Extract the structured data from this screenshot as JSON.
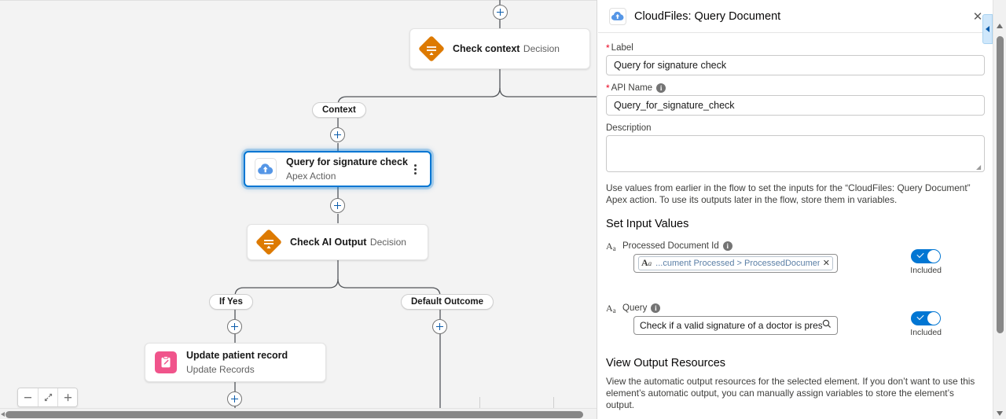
{
  "canvas": {
    "nodes": [
      {
        "id": "check-context",
        "title": "Check context",
        "subtitle": "Decision",
        "icon": "decision-diamond-icon"
      },
      {
        "id": "query-signature",
        "title": "Query for signature check",
        "subtitle": "Apex Action",
        "icon": "cloudfiles-apex-icon",
        "selected": true
      },
      {
        "id": "check-ai-output",
        "title": "Check AI Output",
        "subtitle": "Decision",
        "icon": "decision-diamond-icon"
      },
      {
        "id": "update-patient-record",
        "title": "Update patient record",
        "subtitle": "Update Records",
        "icon": "update-records-icon"
      }
    ],
    "connector_labels": [
      {
        "id": "context",
        "label": "Context"
      },
      {
        "id": "if-yes",
        "label": "If Yes"
      },
      {
        "id": "default-outcome",
        "label": "Default Outcome"
      }
    ],
    "zoom_controls": [
      {
        "id": "zoom-out",
        "glyph": "minus-icon"
      },
      {
        "id": "zoom-to-fit",
        "glyph": "fit-to-view-icon"
      },
      {
        "id": "zoom-in",
        "glyph": "plus-icon"
      }
    ]
  },
  "panel": {
    "title": "CloudFiles: Query Document",
    "header_icon": "cloudfiles-apex-icon",
    "close_label": "✕",
    "fields": {
      "label": {
        "label": "Label",
        "required": true,
        "value": "Query for signature check"
      },
      "api_name": {
        "label": "API Name",
        "required": true,
        "value": "Query_for_signature_check",
        "has_info": true
      },
      "description": {
        "label": "Description",
        "required": false,
        "value": ""
      }
    },
    "help_text": "Use values from earlier in the flow to set the inputs for the “CloudFiles: Query Document” Apex action. To use its outputs later in the flow, store them in variables.",
    "set_input_values_heading": "Set Input Values",
    "inputs": [
      {
        "id": "processed-document-id",
        "label": "Processed Document Id",
        "type_icon": "text-type-icon",
        "has_info": true,
        "control": "pill",
        "pill_text": "...cument Processed > ProcessedDocumentId",
        "pill_remove": "✕",
        "toggle": {
          "on": true,
          "label": "Included"
        }
      },
      {
        "id": "query",
        "label": "Query",
        "type_icon": "text-type-icon",
        "has_info": true,
        "control": "search",
        "value": "Check if a valid signature of a doctor is present i",
        "search_icon": "search-icon",
        "toggle": {
          "on": true,
          "label": "Included"
        }
      }
    ],
    "output_section": {
      "heading": "View Output Resources",
      "text": "View the automatic output resources for the selected element. If you don’t want to use this element’s automatic output, you can manually assign variables to store the element’s output."
    }
  },
  "colors": {
    "accent": "#0176d3",
    "decision": "#dd7a01",
    "update_records": "#f0548b",
    "required": "#ea001e",
    "canvas_bg": "#f3f3f3"
  }
}
